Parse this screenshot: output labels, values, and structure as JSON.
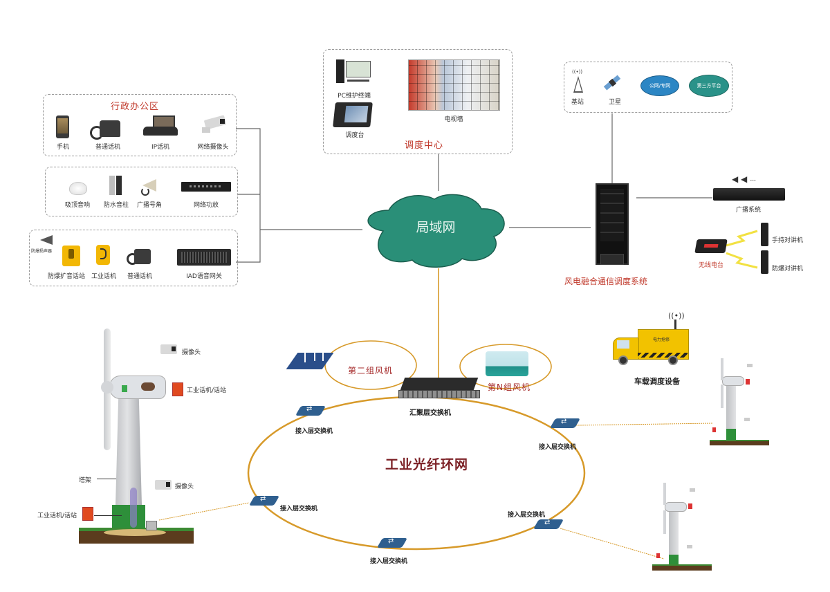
{
  "colors": {
    "lan_cloud": "#2a8f78",
    "ring": "#d79a2a",
    "title_red": "#c0392b",
    "ring_title": "#7b1f24",
    "public_net_cloud": "#2c86c4",
    "third_party_cloud": "#2a9289"
  },
  "center": {
    "lan_label": "局域网"
  },
  "admin_office": {
    "title": "行政办公区",
    "items": [
      {
        "icon": "mobile-phone-icon",
        "label": "手机"
      },
      {
        "icon": "desk-phone-icon",
        "label": "普通话机"
      },
      {
        "icon": "ip-phone-icon",
        "label": "IP话机"
      },
      {
        "icon": "network-camera-icon",
        "label": "网络摄像头"
      }
    ]
  },
  "broadcast_group": {
    "items": [
      {
        "icon": "ceiling-speaker-icon",
        "label": "吸顶音响"
      },
      {
        "icon": "waterproof-column-speaker-icon",
        "label": "防水音柱"
      },
      {
        "icon": "horn-speaker-icon",
        "label": "广播号角"
      },
      {
        "icon": "network-amplifier-icon",
        "label": "网络功放"
      }
    ]
  },
  "industrial_group": {
    "items": [
      {
        "icon": "explosion-proof-speaker-icon",
        "label": "防爆扬声器"
      },
      {
        "icon": "explosion-proof-station-icon",
        "label": "防爆扩音话站"
      },
      {
        "icon": "industrial-phone-icon",
        "label": "工业话机"
      },
      {
        "icon": "desk-phone-icon",
        "label": "普通话机"
      },
      {
        "icon": "iad-gateway-icon",
        "label": "IAD语音网关"
      }
    ]
  },
  "dispatch_center": {
    "title": "调度中心",
    "items": [
      {
        "icon": "pc-terminal-icon",
        "label": "PC维护终端"
      },
      {
        "icon": "dispatch-console-icon",
        "label": "调度台"
      },
      {
        "icon": "video-wall-icon",
        "label": "电视墙"
      }
    ]
  },
  "external_networks": {
    "items": [
      {
        "icon": "base-station-icon",
        "label": "基站"
      },
      {
        "icon": "satellite-icon",
        "label": "卫星"
      },
      {
        "icon": "cloud-icon",
        "label": "公网/专网"
      },
      {
        "icon": "cloud-icon",
        "label": "第三方平台"
      }
    ]
  },
  "dispatch_system": {
    "title": "风电融合通信调度系统",
    "broadcast_system": "广播系统",
    "radio_station": "无线电台",
    "handheld_radio": "手持对讲机",
    "explosion_proof_radio": "防爆对讲机"
  },
  "vehicle": {
    "label": "车载调度设备",
    "body_text": "电力抢修"
  },
  "ring": {
    "title": "工业光纤环网",
    "aggregation_switch": "汇聚层交换机",
    "access_switch_label": "接入层交换机",
    "access_switches": [
      "接入层交换机",
      "接入层交换机",
      "接入层交换机",
      "接入层交换机",
      "接入层交换机"
    ],
    "group_two": "第二组风机",
    "group_n": "第N组风机"
  },
  "turbine": {
    "camera_top": "摄像头",
    "phone_top": "工业话机/话站",
    "tower": "塔架",
    "camera_bottom": "摄像头",
    "phone_bottom": "工业话机/话站"
  }
}
